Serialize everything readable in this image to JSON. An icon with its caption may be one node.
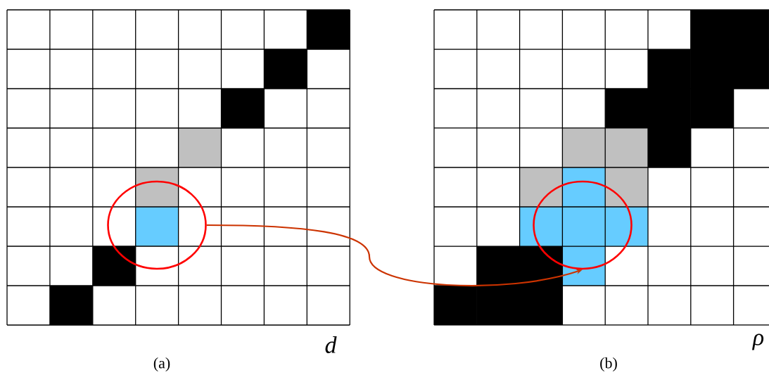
{
  "diagram": {
    "nodes": [
      {
        "text": [],
        "shape": "circle"
      },
      {
        "text": [],
        "shape": "circle"
      }
    ],
    "edges": [
      {
        "from": 0,
        "to": 1,
        "arrow": "to"
      }
    ],
    "labels": [
      "d",
      "ρ",
      "(a)",
      "(b)"
    ]
  }
}
